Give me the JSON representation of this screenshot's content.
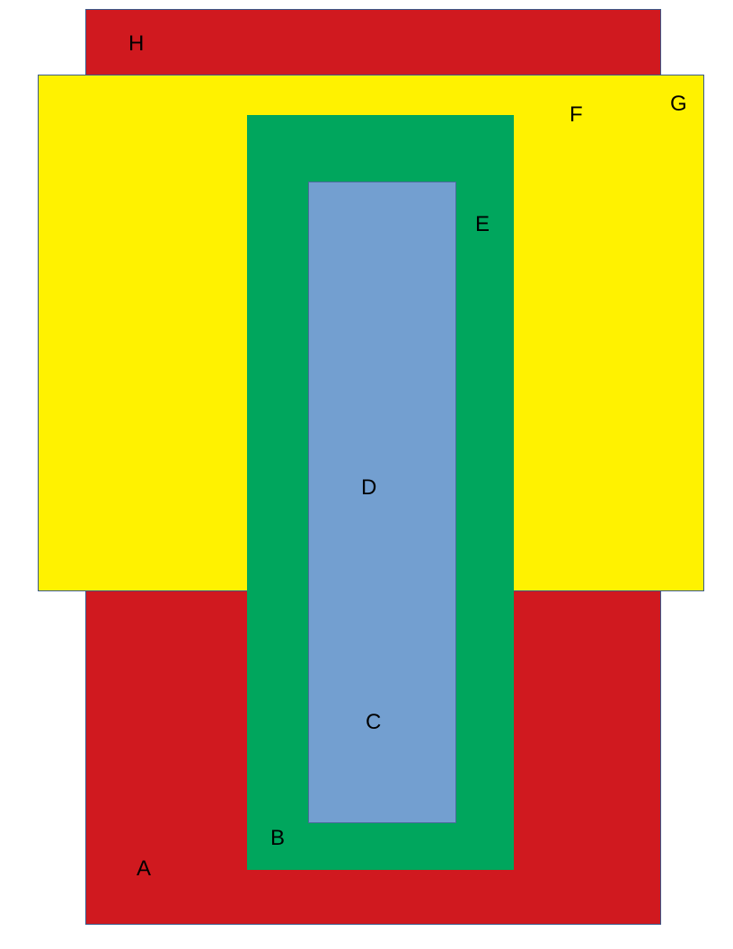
{
  "diagram": {
    "regions": [
      {
        "id": "red",
        "color": "#d0191f"
      },
      {
        "id": "yellow",
        "color": "#fff200"
      },
      {
        "id": "green",
        "color": "#00a65d"
      },
      {
        "id": "blue",
        "color": "#739fd0"
      }
    ],
    "labels": {
      "a": "A",
      "b": "B",
      "c": "C",
      "d": "D",
      "e": "E",
      "f": "F",
      "g": "G",
      "h": "H"
    }
  }
}
